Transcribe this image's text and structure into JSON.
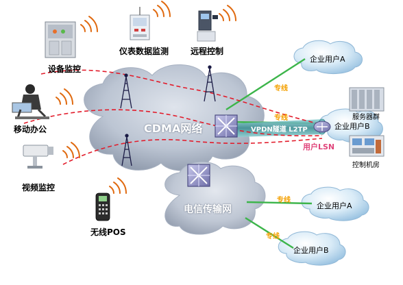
{
  "devices": {
    "equipment_monitoring": "设备监控",
    "meter_monitoring": "仪表数据监测",
    "remote_control": "远程控制",
    "mobile_office": "移动办公",
    "video_monitoring": "视频监控",
    "wireless_pos": "无线POS"
  },
  "clouds": {
    "cdma": "CDMA网络",
    "telecom": "电信传输网"
  },
  "enterprises": {
    "top_a": "企业用户A",
    "top_b": "企业用户B",
    "bottom_a": "企业用户A",
    "bottom_b": "企业用户B"
  },
  "links": {
    "dedicated_1": "专线",
    "dedicated_2": "专线",
    "dedicated_3": "专线",
    "dedicated_4": "专线",
    "vpdn": "VPDN隧道 L2TP",
    "user_lsn": "用户LSN"
  },
  "facilities": {
    "server_group": "服务器群",
    "control_room": "控制机房"
  },
  "colors": {
    "cloud_fill": "#bfc8d6",
    "cloud_dark": "#8e9aad",
    "enterprise_fill": "#d7e9f5",
    "dedicated_line": "#3cb54a",
    "red_dashed": "#e21b2a",
    "label_orange": "#f4a000",
    "lsn_text": "#e0457b",
    "vpdn_tunnel": "#4a9ea2",
    "signal": "#e06a10"
  }
}
